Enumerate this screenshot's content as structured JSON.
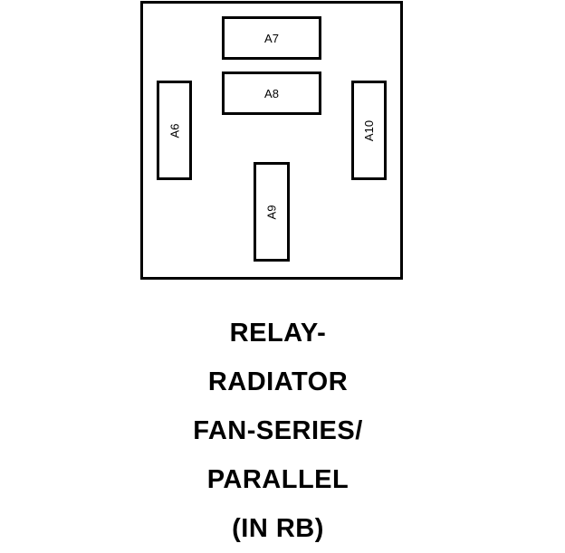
{
  "relay": {
    "pins": {
      "a6": "A6",
      "a7": "A7",
      "a8": "A8",
      "a9": "A9",
      "a10": "A10"
    }
  },
  "caption": {
    "lines": [
      "RELAY-",
      "RADIATOR",
      "FAN-SERIES/",
      "PARALLEL",
      "(IN RB)"
    ]
  }
}
